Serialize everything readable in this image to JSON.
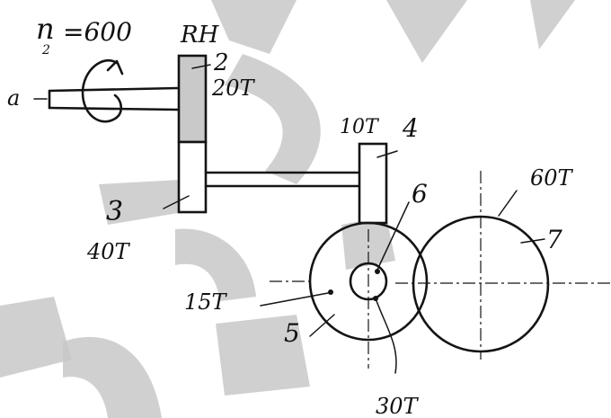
{
  "labels": {
    "speed": "n",
    "speed_sub": "2",
    "speed_value": "=600",
    "hand": "RH",
    "input_shaft": "a",
    "gear2_num": "2",
    "gear2_teeth": "20T",
    "gear3_num": "3",
    "gear3_teeth": "40T",
    "gear4_teeth": "10T",
    "gear4_num": "4",
    "gear5_teeth": "15T",
    "gear5_num": "5",
    "gear6_num": "6",
    "gear6_teeth": "30T",
    "gear7_teeth": "60T",
    "gear7_num": "7"
  },
  "colors": {
    "ink": "#141414",
    "watermark": "#c8c8c8",
    "background": "#ffffff"
  }
}
